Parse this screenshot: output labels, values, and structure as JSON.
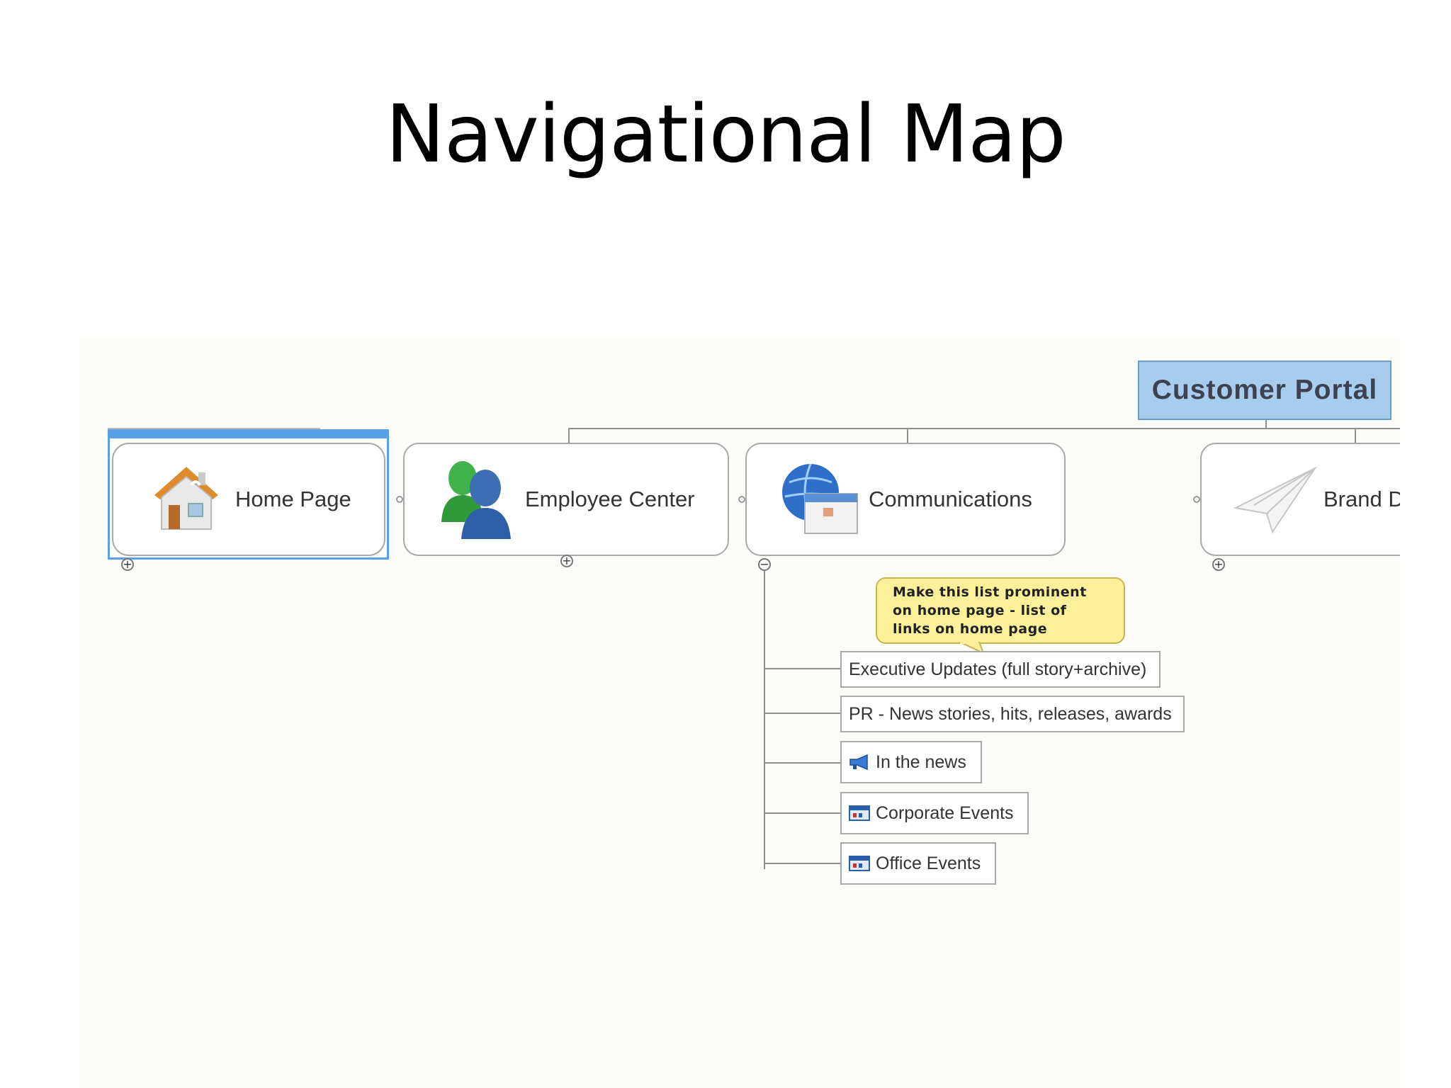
{
  "slide": {
    "title": "Navigational Map"
  },
  "map": {
    "root": "Customer Portal",
    "topics": [
      {
        "label": "Home Page",
        "icon": "house-icon"
      },
      {
        "label": "Employee Center",
        "icon": "people-icon"
      },
      {
        "label": "Communications",
        "icon": "globe-calendar-icon"
      },
      {
        "label": "Brand D",
        "icon": "paper-plane-icon"
      }
    ],
    "callout": "Make this list prominent on home page - list of links on home page",
    "subtopics": [
      {
        "label": "Executive Updates (full story+archive)",
        "icon": ""
      },
      {
        "label": "PR - News stories, hits, releases, awards",
        "icon": ""
      },
      {
        "label": "In the news",
        "icon": "megaphone-icon"
      },
      {
        "label": "Corporate Events",
        "icon": "calendar-icon"
      },
      {
        "label": "Office Events",
        "icon": "calendar-icon"
      }
    ],
    "colors": {
      "root_fill": "#a8ccee",
      "selection": "#5aa0e6",
      "callout_fill": "#fdf09a"
    }
  }
}
